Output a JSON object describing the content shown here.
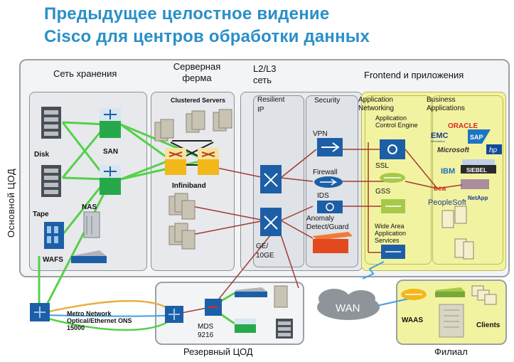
{
  "title": {
    "line1": "Предыдущее целостное видение",
    "line2": "Cisco для центров обработки данных"
  },
  "main_dc": {
    "label": "Основной ЦОД",
    "storage": {
      "title": "Сеть хранения",
      "disk": "Disk",
      "san": "SAN",
      "tape": "Tape",
      "nas": "NAS",
      "wafs": "WAFS"
    },
    "server_farm": {
      "title": "Серверная ферма",
      "clustered": "Clustered Servers",
      "infiniband": "Infiniband"
    },
    "l2l3": {
      "title": "L2/L3 сеть",
      "resilient": "Resilient IP",
      "gigabit": "GE/ 10GE",
      "security": "Security",
      "vpn": "VPN",
      "firewall": "Firewall",
      "ids": "IDS",
      "anomaly": "Anomaly Detect/Guard"
    },
    "frontend": {
      "title": "Frontend и приложения",
      "app_networking": "Application Networking",
      "ace": "Application Control Engine",
      "ssl": "SSL",
      "gss": "GSS",
      "waas_services": "Wide Area Application Services",
      "business_apps": "Business Applications",
      "vendors": [
        "ORACLE",
        "EMC",
        "SAP",
        "Microsoft",
        "hp",
        "IBM",
        "SIEBEL",
        "bea",
        "PeopleSoft",
        "NetApp"
      ]
    }
  },
  "backup_dc": {
    "label": "Резервный ЦОД",
    "metro": "Metro Network Optical/Ethernet ONS 15000",
    "mds": "MDS 9216"
  },
  "wan": {
    "label": "WAN"
  },
  "branch": {
    "label": "Филиал",
    "waas": "WAAS",
    "clients": "Clients"
  },
  "colors": {
    "title": "#2a8fc9",
    "san_link": "#55d04a",
    "ip_link": "#a23b34",
    "wan_link": "#3f9fe2",
    "frontend_bg": "#f2f3a0",
    "device_blue": "#1d5fa6"
  }
}
